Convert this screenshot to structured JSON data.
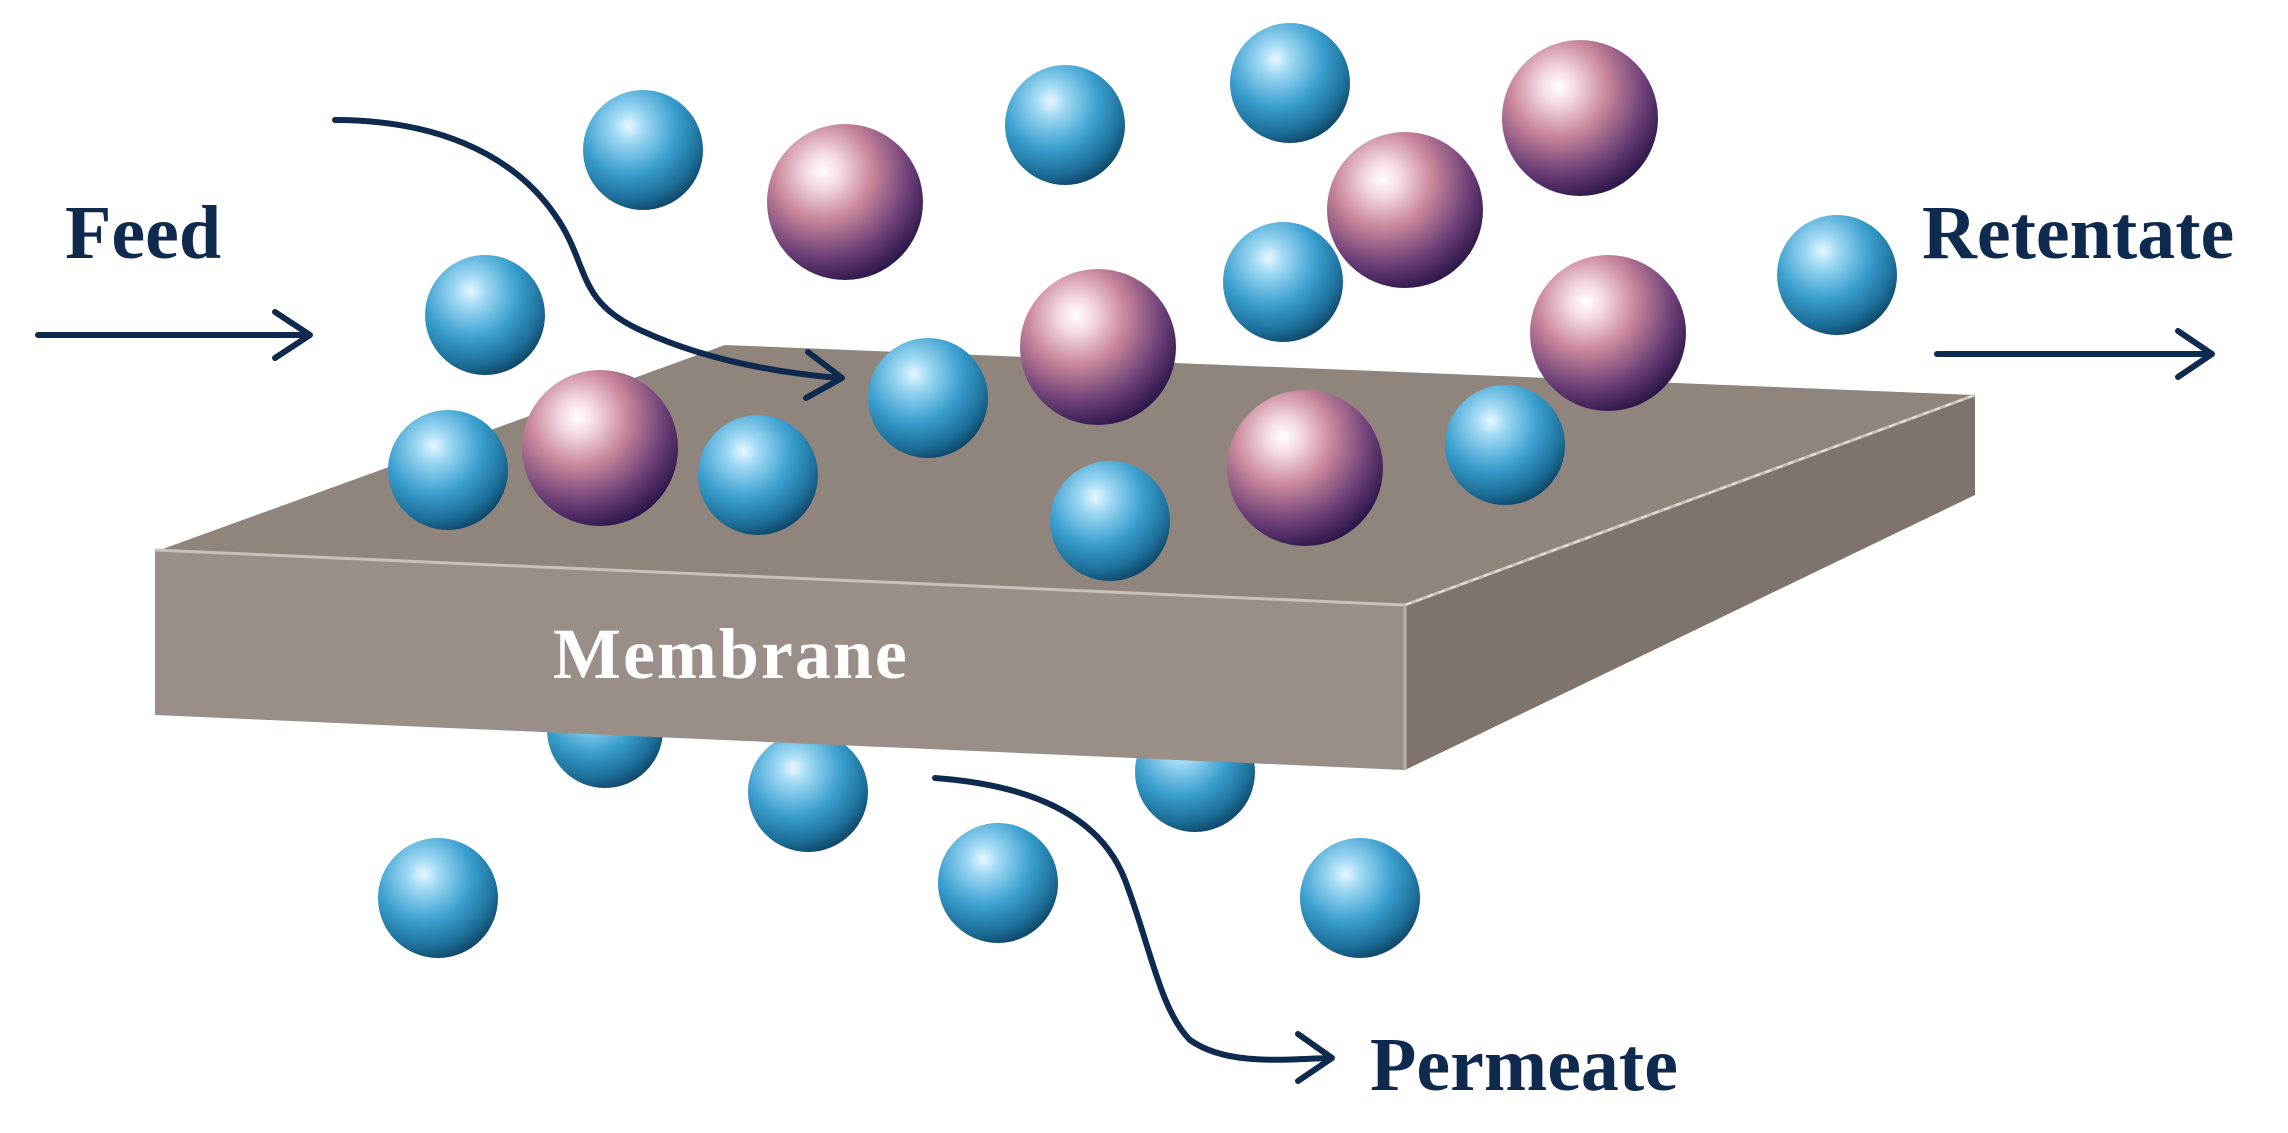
{
  "labels": {
    "feed": "Feed",
    "retentate": "Retentate",
    "permeate": "Permeate",
    "membrane": "Membrane"
  },
  "colors": {
    "arrow": "#0f2a4f",
    "membrane_top": "#8f857d",
    "membrane_front": "#9a8f88",
    "membrane_side": "#7e746d",
    "small_particle": "#3a9fcf",
    "large_particle": "#6d3f78"
  },
  "particles": {
    "small_name": "small-particle",
    "large_name": "large-particle"
  }
}
